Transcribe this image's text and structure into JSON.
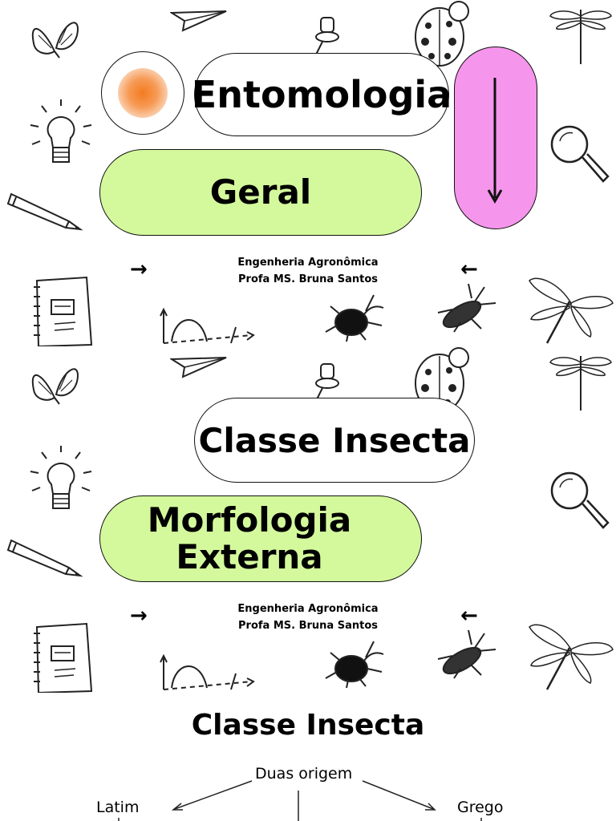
{
  "slide1": {
    "title": "Entomologia",
    "subtitle": "Geral",
    "course": "Engenheria Agronômica",
    "teacher": "Profa MS. Bruna Santos",
    "arrow_right": "→",
    "arrow_left": "←"
  },
  "slide2": {
    "title": "Classe Insecta",
    "subtitle_line1": "Morfologia",
    "subtitle_line2": "Externa",
    "course": "Engenheria Agronômica",
    "teacher": "Profa MS. Bruna Santos",
    "arrow_right": "→",
    "arrow_left": "←"
  },
  "slide3": {
    "title": "Classe Insecta",
    "center_label": "Duas origem",
    "left_label": "Latim",
    "right_label": "Grego"
  },
  "colors": {
    "green_pill": "#d3f99c",
    "pink_pill": "#f595ec",
    "orange_sun": "#f47b20"
  },
  "icons": [
    "butterfly-icon",
    "paper-plane-icon",
    "pushpin-icon",
    "ladybug-icon",
    "dragonfly-icon",
    "lightbulb-icon",
    "magnifier-icon",
    "pencil-icon",
    "notebook-icon",
    "graph-icon",
    "beetle-icon"
  ]
}
